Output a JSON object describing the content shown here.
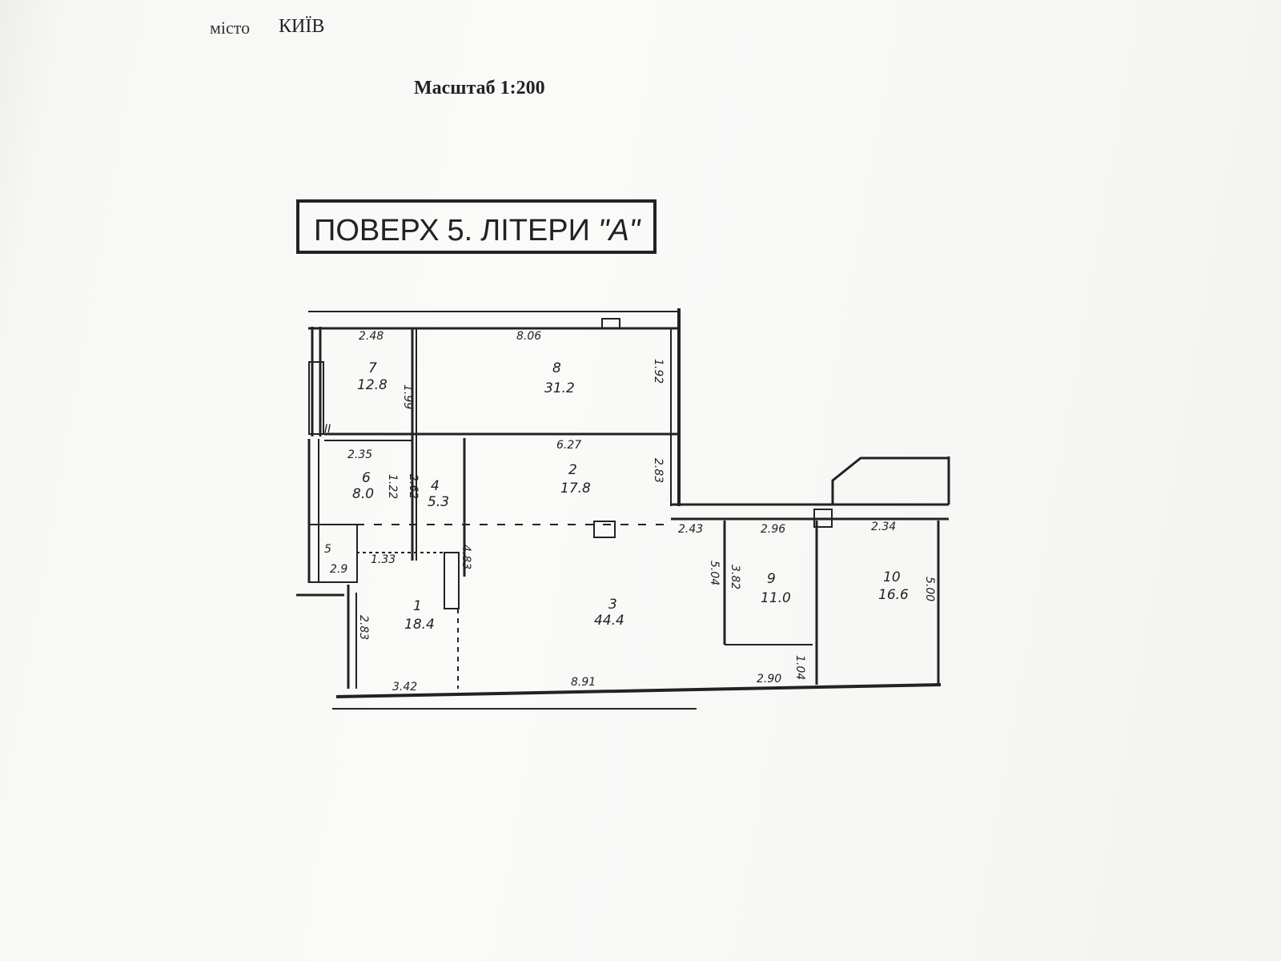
{
  "header": {
    "city_label": "місто",
    "city_name": "КИЇВ",
    "scale": "Масштаб 1:200"
  },
  "plan_title": {
    "prefix": "ПОВЕРХ",
    "floor": "5.",
    "middle": "ЛІТЕРИ",
    "letter": "\"А\""
  },
  "rooms": [
    {
      "number": "7",
      "area": "12.8"
    },
    {
      "number": "8",
      "area": "31.2"
    },
    {
      "number": "2",
      "area": "17.8"
    },
    {
      "number": "6",
      "area": "8.0"
    },
    {
      "number": "4",
      "area": "5.3"
    },
    {
      "number": "5",
      "area": "2.9"
    },
    {
      "number": "1",
      "area": "18.4"
    },
    {
      "number": "3",
      "area": "44.4"
    },
    {
      "number": "9",
      "area": "11.0"
    },
    {
      "number": "10",
      "area": "16.6"
    }
  ],
  "dimensions": [
    "2.48",
    "8.06",
    "1.99",
    "1.92",
    "2.35",
    "6.27",
    "2.83",
    "1.22",
    "2.62",
    "1.33",
    "4.83",
    "2.43",
    "2.96",
    "2.34",
    "5.04",
    "3.82",
    "5.00",
    "1.04",
    "2.83",
    "3.42",
    "8.91",
    "2.90"
  ],
  "marks": {
    "shaft": "ІІ"
  }
}
